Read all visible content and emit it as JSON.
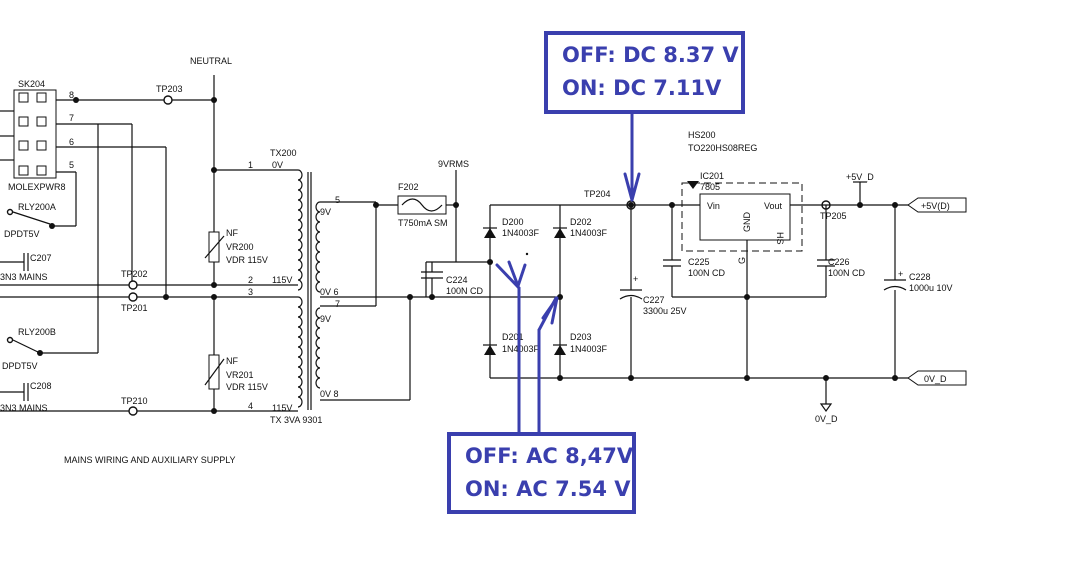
{
  "labels": {
    "sk204": "SK204",
    "molex": "MOLEXPWR8",
    "neutral": "NEUTRAL",
    "tp203": "TP203",
    "tx200": "TX200",
    "tx_type": "TX 3VA 9301",
    "rly200a": "RLY200A",
    "rly200b": "RLY200B",
    "dpdt_a": "DPDT5V",
    "dpdt_b": "DPDT5V",
    "c207": "C207",
    "c208": "C208",
    "mains_a": "3N3 MAINS",
    "mains_b": "3N3 MAINS",
    "tp202": "TP202",
    "tp201": "TP201",
    "tp210": "TP210",
    "nf1": "NF",
    "vr200": "VR200",
    "vdr1": "VDR 115V",
    "nf2": "NF",
    "vr201": "VR201",
    "vdr2": "VDR 115V",
    "pin1": "1",
    "pin1v": "0V",
    "pin2": "2",
    "pin2v": "115V",
    "pin3": "3",
    "pin4": "4",
    "pin4v": "115V",
    "pin5": "5",
    "pin5v": "9V",
    "pin6": "0V 6",
    "pin7": "7",
    "pin7v": "9V",
    "pin8": "0V 8",
    "f202": "F202",
    "fuse_val": "T750mA SM",
    "vrms": "9VRMS",
    "c224": "C224",
    "c224v": "100N CD",
    "d200": "D200",
    "d200v": "1N4003F",
    "d201": "D201",
    "d201v": "1N4003F",
    "d202": "D202",
    "d202v": "1N4003F",
    "d203": "D203",
    "d203v": "1N4003F",
    "tp204": "TP204",
    "c227": "C227",
    "c227v": "3300u 25V",
    "hs200": "HS200",
    "hs_pkg": "TO220HS08REG",
    "ic201": "IC201",
    "ic_type": "7805",
    "vin": "Vin",
    "vout": "Vout",
    "gnd": "GND",
    "hs": "HS",
    "g": "G",
    "c225": "C225",
    "c225v": "100N CD",
    "c226": "C226",
    "c226v": "100N CD",
    "tp205": "TP205",
    "c228": "C228",
    "c228v": "1000u 10V",
    "p5vd_top": "+5V_D",
    "p5vd_port": "+5V(D)",
    "ovd_port": "0V_D",
    "ovd_gnd": "0V_D",
    "caption": "MAINS WIRING AND AUXILIARY SUPPLY",
    "plus1": "+",
    "plus2": "+",
    "sk_pin8": "8",
    "sk_pin7": "7",
    "sk_pin6": "6",
    "sk_pin5": "5"
  },
  "annotations": {
    "dc_off": "OFF: DC 8.37 V",
    "dc_on": "ON: DC 7.11V",
    "ac_off": "OFF: AC 8,47V",
    "ac_on": "ON: AC 7.54 V"
  },
  "colors": {
    "annotation": "#3a3fae",
    "wire": "#111111"
  }
}
